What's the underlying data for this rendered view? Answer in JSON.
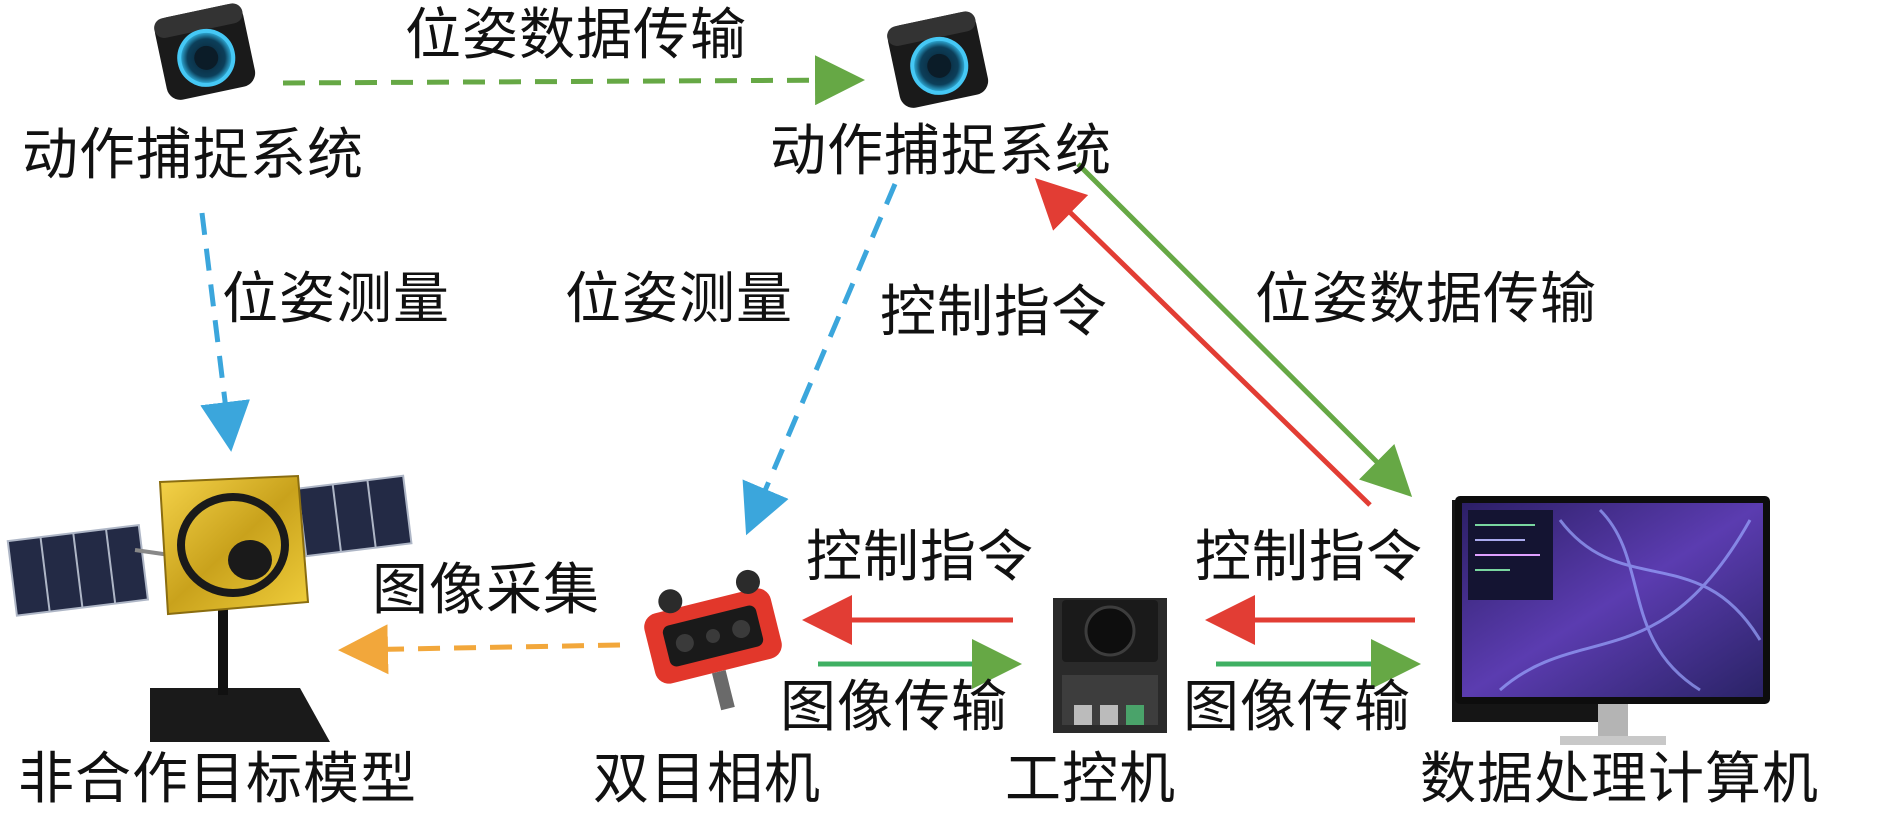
{
  "colors": {
    "green": "#66a845",
    "blue": "#3ba6dc",
    "red": "#e23d34",
    "orange": "#f2a73b",
    "text": "#111111"
  },
  "nodes": {
    "mocap_left": "动作捕捉系统",
    "mocap_right": "动作捕捉系统",
    "target": "非合作目标模型",
    "camera": "双目相机",
    "ipc": "工控机",
    "pc": "数据处理计算机"
  },
  "edges": {
    "pose_transfer_top": "位姿数据传输",
    "pose_measure_left": "位姿测量",
    "pose_measure_right": "位姿测量",
    "control_cmd_diag": "控制指令",
    "pose_transfer_diag": "位姿数据传输",
    "image_capture": "图像采集",
    "control_cmd_cam": "控制指令",
    "image_transfer_cam": "图像传输",
    "control_cmd_pc": "控制指令",
    "image_transfer_pc": "图像传输"
  },
  "icons": {
    "mocap": "motion-capture-camera-icon",
    "satellite": "satellite-model-icon",
    "stereo_camera": "stereo-camera-icon",
    "industrial_pc": "industrial-pc-icon",
    "workstation": "computer-workstation-icon"
  }
}
